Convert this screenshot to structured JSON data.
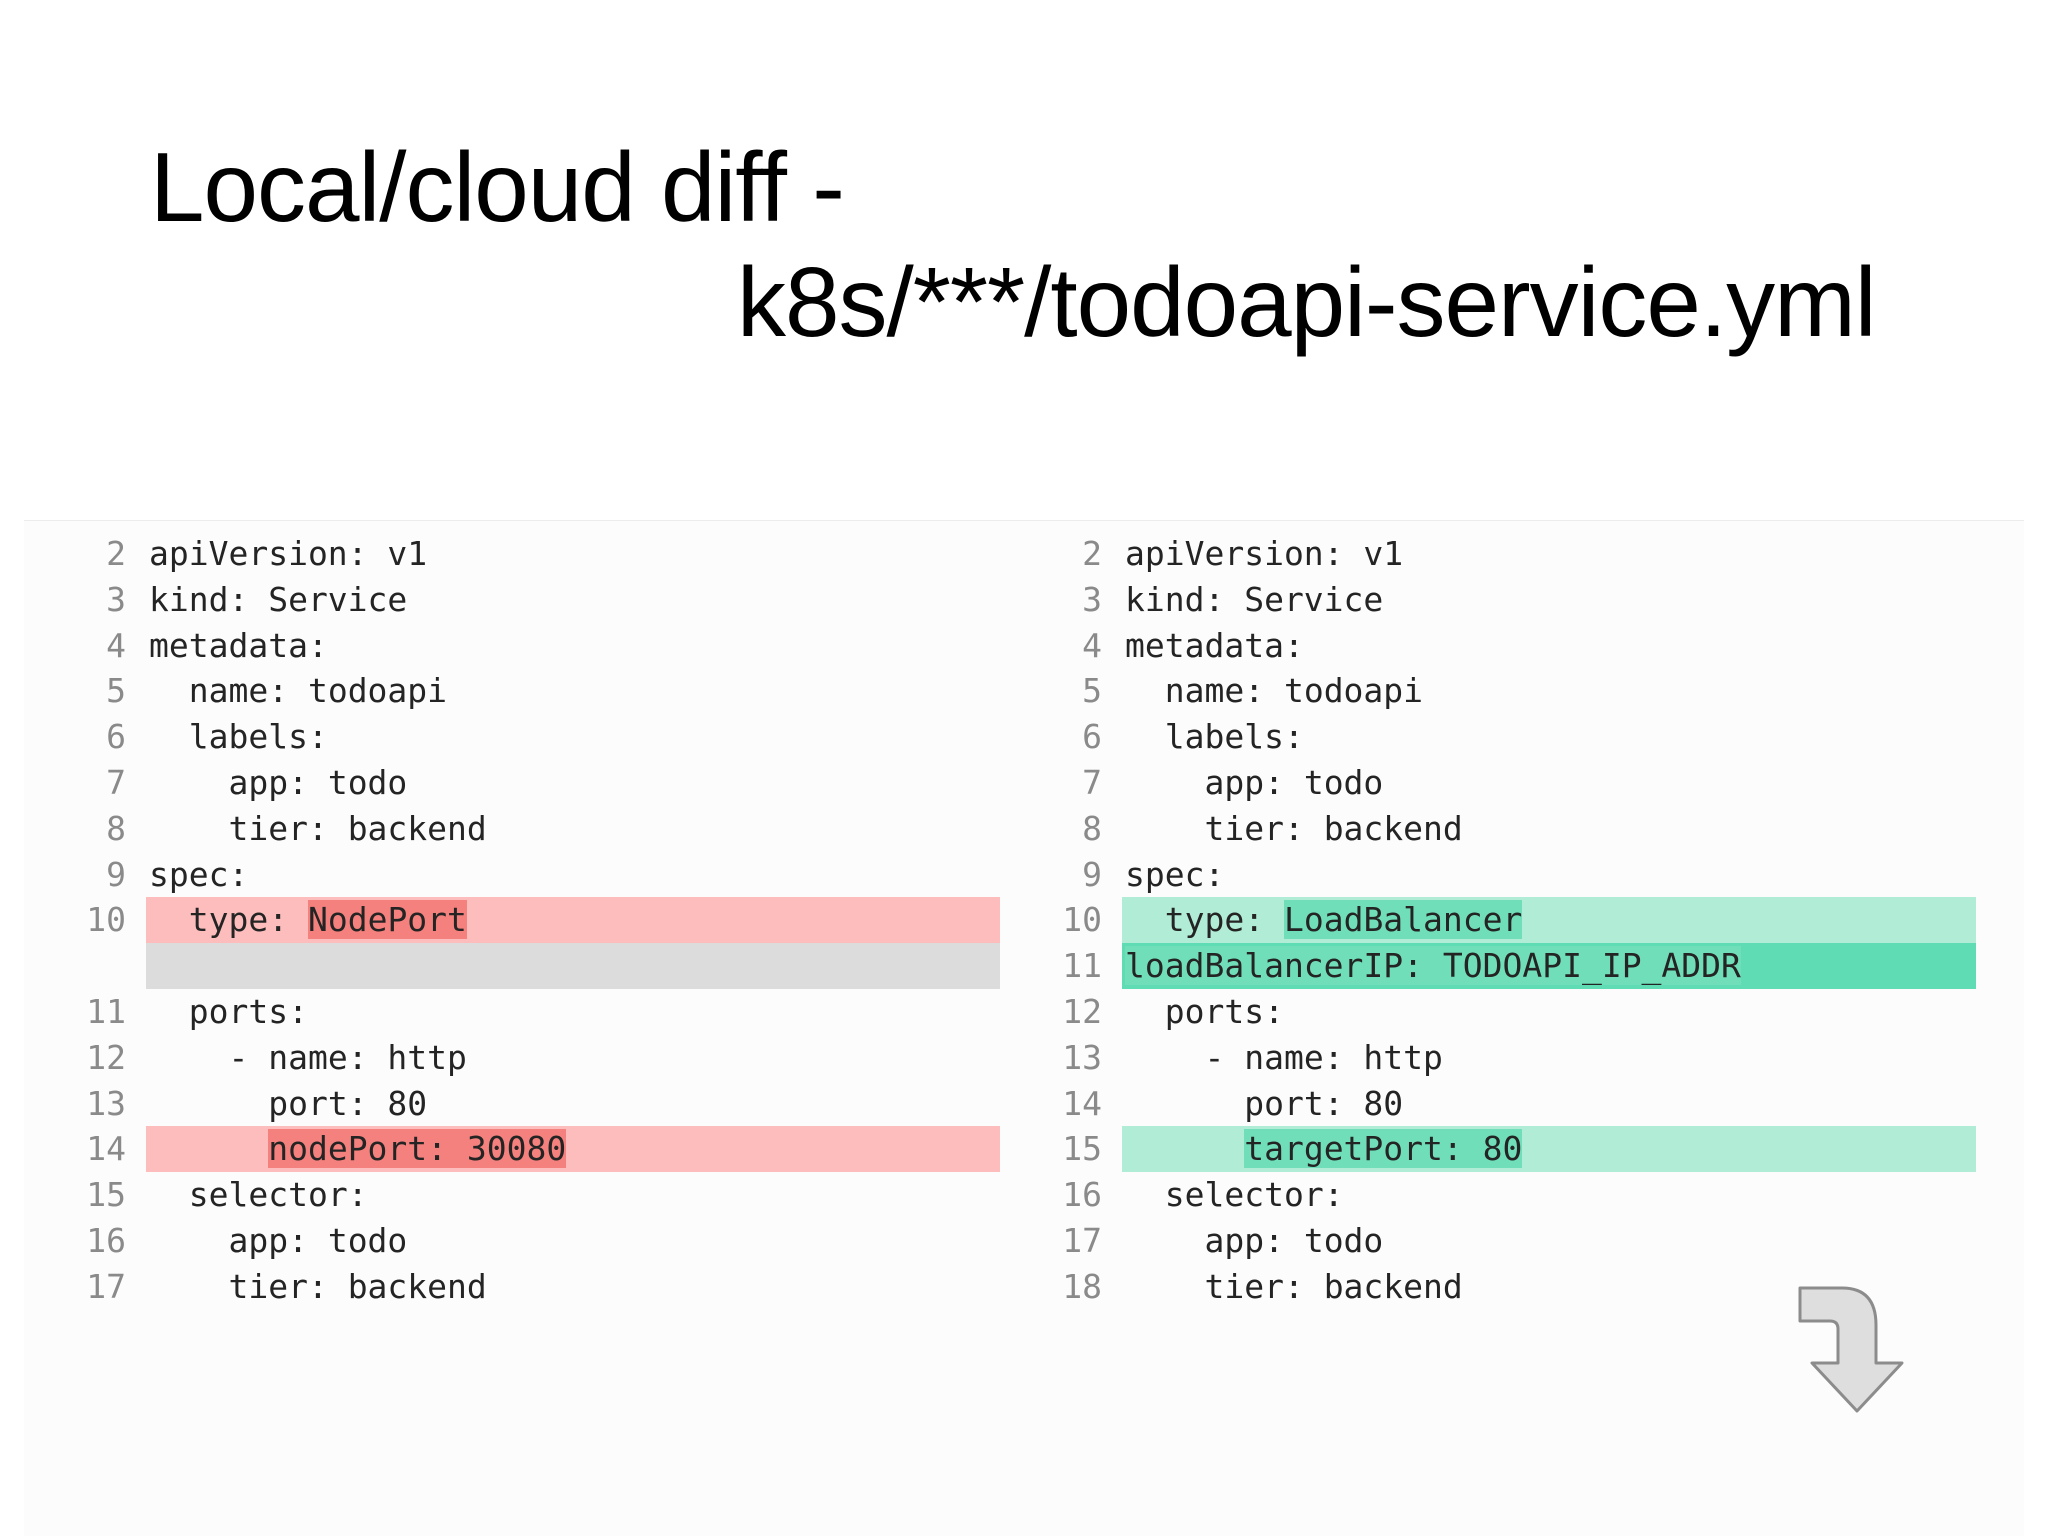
{
  "title": {
    "line1": "Local/cloud diff -",
    "line2": "k8s/***/todoapi-service.yml"
  },
  "left": {
    "lines": [
      {
        "n": "2",
        "indent": "",
        "text": "apiVersion: v1"
      },
      {
        "n": "3",
        "indent": "",
        "text": "kind: Service"
      },
      {
        "n": "4",
        "indent": "",
        "text": "metadata:"
      },
      {
        "n": "5",
        "indent": "  ",
        "text": "name: todoapi"
      },
      {
        "n": "6",
        "indent": "  ",
        "text": "labels:"
      },
      {
        "n": "7",
        "indent": "    ",
        "text": "app: todo"
      },
      {
        "n": "8",
        "indent": "    ",
        "text": "tier: backend"
      },
      {
        "n": "9",
        "indent": "",
        "text": "spec:"
      },
      {
        "n": "10",
        "indent": "  ",
        "pre": "type: ",
        "hl": "NodePort",
        "post": "",
        "kind": "del"
      },
      {
        "n": "",
        "text": "",
        "kind": "empty"
      },
      {
        "n": "11",
        "indent": "  ",
        "text": "ports:"
      },
      {
        "n": "12",
        "indent": "    ",
        "text": "- name: http"
      },
      {
        "n": "13",
        "indent": "      ",
        "text": "port: 80"
      },
      {
        "n": "14",
        "indent": "      ",
        "pre": "",
        "hl": "nodePort: 30080",
        "post": "",
        "kind": "del"
      },
      {
        "n": "15",
        "indent": "  ",
        "text": "selector:"
      },
      {
        "n": "16",
        "indent": "    ",
        "text": "app: todo"
      },
      {
        "n": "17",
        "indent": "    ",
        "text": "tier: backend"
      }
    ]
  },
  "right": {
    "lines": [
      {
        "n": "2",
        "indent": "",
        "text": "apiVersion: v1"
      },
      {
        "n": "3",
        "indent": "",
        "text": "kind: Service"
      },
      {
        "n": "4",
        "indent": "",
        "text": "metadata:"
      },
      {
        "n": "5",
        "indent": "  ",
        "text": "name: todoapi"
      },
      {
        "n": "6",
        "indent": "  ",
        "text": "labels:"
      },
      {
        "n": "7",
        "indent": "    ",
        "text": "app: todo"
      },
      {
        "n": "8",
        "indent": "    ",
        "text": "tier: backend"
      },
      {
        "n": "9",
        "indent": "",
        "text": "spec:"
      },
      {
        "n": "10",
        "indent": "  ",
        "pre": "type: ",
        "hl": "LoadBalancer",
        "post": "",
        "kind": "add"
      },
      {
        "n": "11",
        "indent": "",
        "pre": "",
        "hl": "loadBalancerIP: TODOAPI_IP_ADDR",
        "post": "",
        "kind": "add-strong"
      },
      {
        "n": "12",
        "indent": "  ",
        "text": "ports:"
      },
      {
        "n": "13",
        "indent": "    ",
        "text": "- name: http"
      },
      {
        "n": "14",
        "indent": "      ",
        "text": "port: 80"
      },
      {
        "n": "15",
        "indent": "      ",
        "pre": "",
        "hl": "targetPort: 80",
        "post": "",
        "kind": "add"
      },
      {
        "n": "16",
        "indent": "  ",
        "text": "selector:"
      },
      {
        "n": "17",
        "indent": "    ",
        "text": "app: todo"
      },
      {
        "n": "18",
        "indent": "    ",
        "text": "tier: backend"
      }
    ]
  },
  "icons": {
    "next_arrow": "turn-down-arrow-icon"
  }
}
